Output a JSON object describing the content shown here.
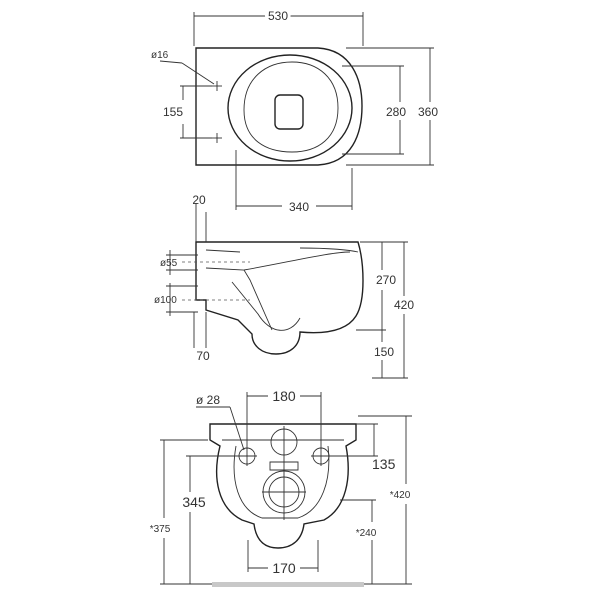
{
  "top_view": {
    "width": "530",
    "depth": "360",
    "seat_depth": "280",
    "fixing_spacing": "155",
    "hole_diameter": "ø16",
    "rear_to_bowl": "340"
  },
  "side_view": {
    "wall_offset": "20",
    "inlet_diameter": "ø55",
    "outlet_diameter": "ø100",
    "outlet_height": "70",
    "rim_height": "270",
    "total_height": "420",
    "lower_height": "150"
  },
  "rear_view": {
    "hole_diameter": "ø 28",
    "fixing_spacing": "180",
    "top_to_fixing": "135",
    "height_345": "345",
    "height_375": "*375",
    "height_420": "*420",
    "height_240": "*240",
    "bottom_width": "170"
  },
  "colors": {
    "line": "#222222",
    "floor_bar": "#c8c8c8"
  }
}
